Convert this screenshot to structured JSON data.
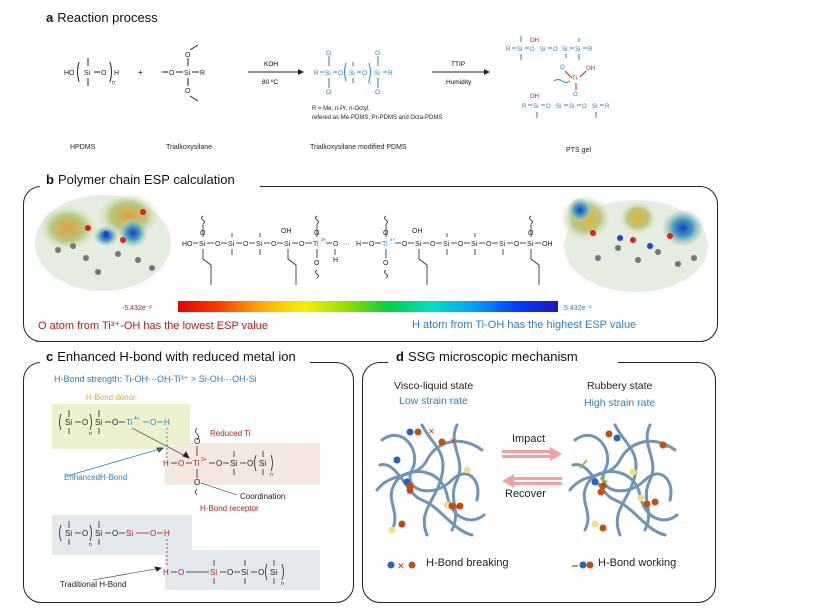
{
  "panel_a": {
    "title_letter": "a",
    "title": "Reaction process",
    "hpdms_label": "HPDMS",
    "trialkoxysilane_label": "Trialkoxysilane",
    "plus": "+",
    "koh": "KOH",
    "temp": "80 ºC",
    "ttip": "TTIP",
    "humidity": "Humidity",
    "r_definition_1": "R = Me, n-Pr, n-Octyl,",
    "r_definition_2": "refered  as Me-PDMS, Pr-PDMS  and Octa-PDMS",
    "modified_label": "Trialkoxysilane modified PDMS",
    "gel_label": "PTS gel"
  },
  "panel_b": {
    "title_letter": "b",
    "title": "Polymer chain ESP calculation",
    "scale_min": "-5.432e⁻²",
    "scale_max": "5.432e⁻²",
    "o_atom_note": "O atom from Ti³⁺-OH has the lowest ESP value",
    "h_atom_note": "H atom from Ti-OH has the highest ESP value"
  },
  "panel_c": {
    "title_letter": "c",
    "title": "Enhanced H-bond with reduced metal ion",
    "strength": "H-Bond strength: Ti-OH···OH-Ti³⁺ > Si-OH···OH-Si",
    "donor": "H-Bond donor",
    "reduced_ti": "Reduced Ti",
    "enhanced": "EnhancedH-Bond",
    "coordination": "Coordination",
    "receptor": "H-Bond receptor",
    "traditional": "Traditional H-Bond"
  },
  "panel_d": {
    "title_letter": "d",
    "title": "SSG microscopic mechanism",
    "left_state": "Visco-liquid state",
    "left_rate": "Low strain rate",
    "right_state": "Rubbery state",
    "right_rate": "High strain rate",
    "impact": "Impact",
    "recover": "Recover",
    "breaking": "H-Bond breaking",
    "working": "H-Bond working"
  },
  "colors": {
    "accent_blue": "#2a7fc0",
    "accent_red": "#b02020",
    "donor_box": "#eef2cc",
    "receptor_box": "#f5e8dc",
    "traditional_box": "#e4e9ee",
    "network_blue": "#6f94b8"
  }
}
